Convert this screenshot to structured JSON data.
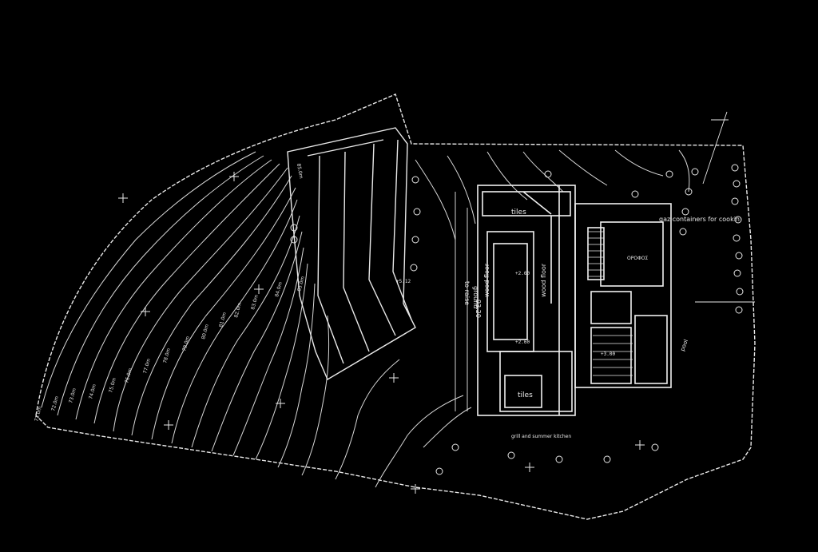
{
  "background_color": "#000000",
  "line_color": "#e8e8e8",
  "contours": [
    "71.0m",
    "72.0m",
    "73.0m",
    "74.0m",
    "75.0m",
    "76.0m",
    "77.0m",
    "78.0m",
    "79.0m",
    "80.0m",
    "81.0m",
    "82.0m",
    "83.0m",
    "84.0m",
    "85.0m"
  ],
  "contour_top_label": "85.0m",
  "labels": {
    "tiles_top": "tiles",
    "to_raise_ground": "to raise",
    "ground": "ground",
    "ground_level": "93.20",
    "wood_floor_1": "wood floor",
    "wood_floor_2": "wood floor",
    "gaz_containers": "gaz containers for cookin",
    "tiles_bottom": "tiles",
    "grill_kitchen": "grill and summer kitchen",
    "room_label": "ΟΡΟΦΟΣ",
    "level_a": "+2.60",
    "level_b": "+2.60",
    "level_c": "+3.00",
    "level_d": "+5.12",
    "pool": "pool"
  }
}
